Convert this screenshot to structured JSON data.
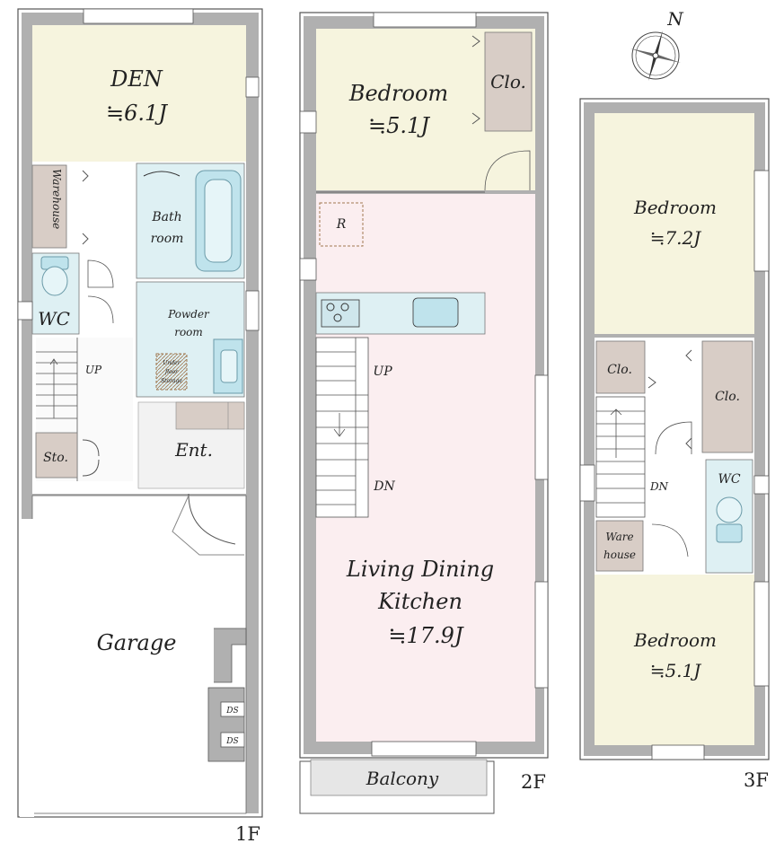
{
  "floors": {
    "f1": "1F",
    "f2": "2F",
    "f3": "3F"
  },
  "compass": {
    "north": "N"
  },
  "rooms_1f": {
    "den_name": "DEN",
    "den_size": "≒6.1J",
    "warehouse": "Warehouse",
    "bath_line1": "Bath",
    "bath_line2": "room",
    "wc": "WC",
    "powder_line1": "Powder",
    "powder_line2": "room",
    "underfloor_line1": "Under",
    "underfloor_line2": "floor",
    "underfloor_line3": "Storage",
    "up": "UP",
    "storage": "Sto.",
    "entrance": "Ent.",
    "garage": "Garage",
    "ds": "DS"
  },
  "rooms_2f": {
    "bedroom_name": "Bedroom",
    "bedroom_size": "≒5.1J",
    "closet": "Clo.",
    "fridge": "R",
    "up": "UP",
    "dn": "DN",
    "ldk_line1": "Living Dining",
    "ldk_line2": "Kitchen",
    "ldk_size": "≒17.9J",
    "balcony": "Balcony"
  },
  "rooms_3f": {
    "bedroom_a_name": "Bedroom",
    "bedroom_a_size": "≒7.2J",
    "closet_a": "Clo.",
    "closet_b": "Clo.",
    "wc": "WC",
    "dn": "DN",
    "warehouse_line1": "Ware",
    "warehouse_line2": "house",
    "bedroom_b_name": "Bedroom",
    "bedroom_b_size": "≒5.1J"
  },
  "colors": {
    "wall": "#a8a8a8",
    "wall_edge": "#555555",
    "den": "#f6f4de",
    "bedroom": "#f6f4de",
    "ldk": "#fbeef0",
    "wet": "#def0f3",
    "closet": "#d8cdc6",
    "service": "#f2f2f2",
    "counter": "#def0f3"
  }
}
